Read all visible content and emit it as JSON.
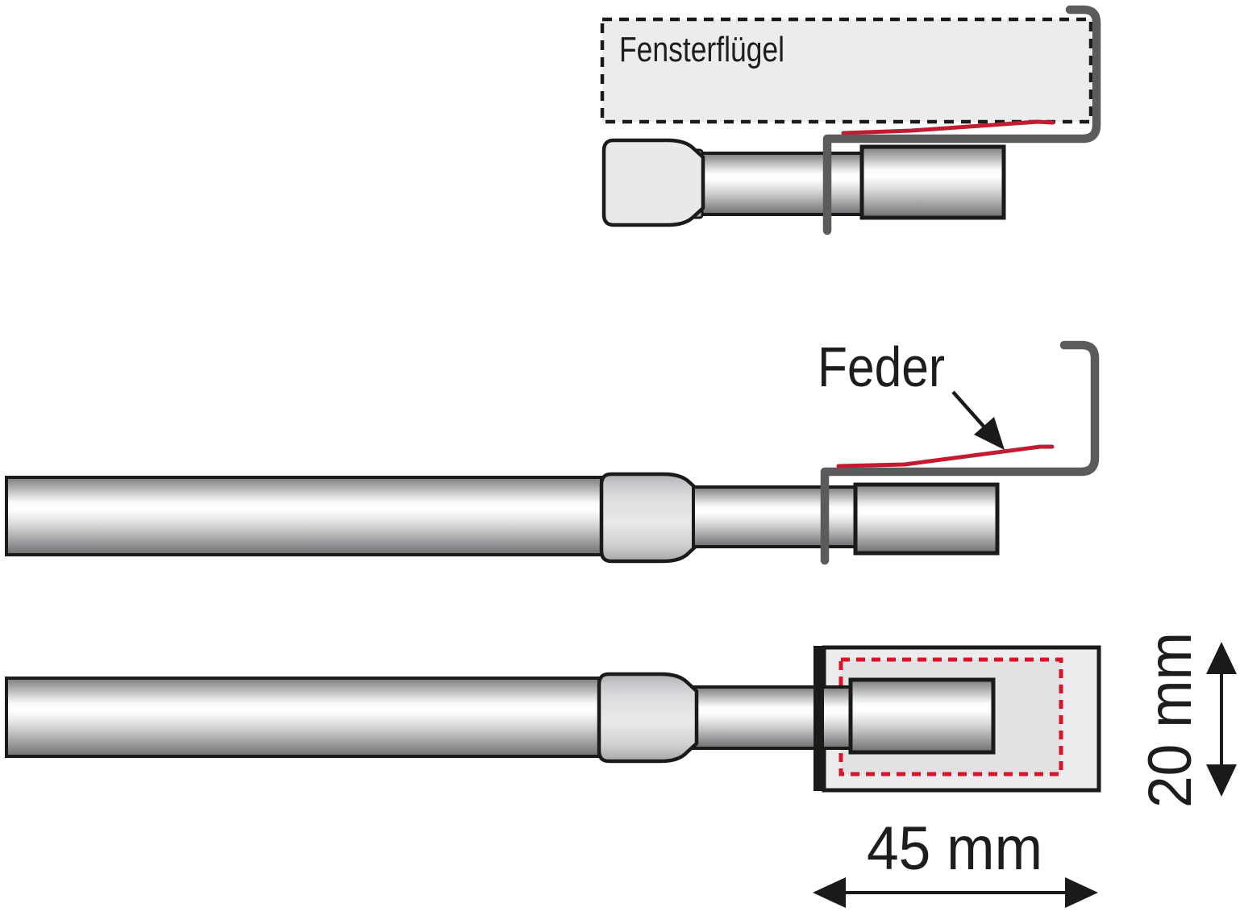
{
  "diagram": {
    "description_type": "curtain-rod-clamp-installation-diagram",
    "step_top": {
      "sash_label": "Fensterflügel"
    },
    "step_middle": {
      "spring_label": "Feder"
    },
    "step_bottom": {
      "width_dimension": "45 mm",
      "height_dimension": "20 mm"
    },
    "colors": {
      "spring_red": "#c41b30",
      "clamp_zone_red": "#d8142a",
      "frame_gray": "#5b5b5d",
      "surface_gray": "#ececee",
      "inner_zone_gray": "#e2e2e4",
      "outline_black": "#1a1a1a"
    }
  }
}
